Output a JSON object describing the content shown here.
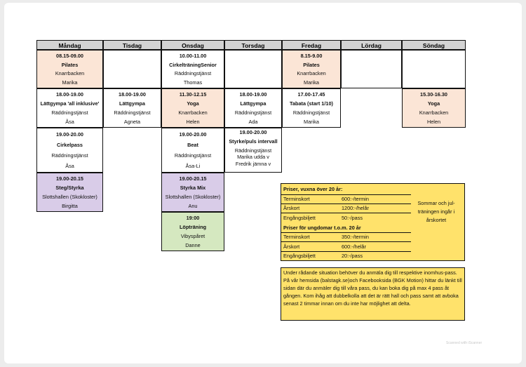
{
  "days": [
    "Måndag",
    "Tisdag",
    "Onsdag",
    "Torsdag",
    "Fredag",
    "Lördag",
    "Söndag"
  ],
  "sessions": {
    "mon1": [
      "08.15-09.00",
      "Pilates",
      "Knarrbacken",
      "Marika"
    ],
    "wed1": [
      "10.00-11.00",
      "CirkelträningSenior",
      "Räddningstjänst",
      "Thomas"
    ],
    "fri1": [
      "8.15-9.00",
      "Pilates",
      "Knarrbacken",
      "Marika"
    ],
    "mon2": [
      "18.00-19.00",
      "Lättgympa 'all inklusive'",
      "Räddningstjänst",
      "Åsa"
    ],
    "tue2": [
      "18.00-19.00",
      "Lättgympa",
      "Räddningstjänst",
      "Agneta"
    ],
    "wed2": [
      "11.30-12.15",
      "Yoga",
      "Knarrbacken",
      "Helen"
    ],
    "thu2": [
      "18.00-19.00",
      "Lättgympa",
      "Räddningstjänst",
      "Ada"
    ],
    "fri2": [
      "17.00-17.45",
      "Tabata (start 1/10)",
      "Räddningstjänst",
      "Marika"
    ],
    "sun2": [
      "15.30-16.30",
      "Yoga",
      "Knarrbacken",
      "Helen"
    ],
    "mon3": [
      "19.00-20.00",
      "Cirkelpass",
      "Räddningstjänst",
      "Åsa"
    ],
    "wed3": [
      "19.00-20.00",
      "Beat",
      "Räddningstjänst",
      "Åsa-Li"
    ],
    "thu3": [
      "19.00-20.00",
      "Styrke/puls intervall",
      "Räddningstjänst",
      "Marika udda v",
      "Fredrik jämna v"
    ],
    "mon4": [
      "19.00-20.15",
      "Steg/Styrka",
      "Slottshallen (Skokloster)",
      "Birgitta"
    ],
    "wed4": [
      "19.00-20.15",
      "Styrka Mix",
      "Slottshallen (Skokloster)",
      "Anu"
    ],
    "wed5": [
      "19:00",
      "Löpträning",
      "Vibyspåret",
      "Danne"
    ]
  },
  "prices": {
    "adult_heading": "Priser, vuxna över 20 år:",
    "adult": [
      {
        "label": "Terminskort",
        "value": "600:-/termin"
      },
      {
        "label": "Årskort",
        "value": "1200:-/helår"
      },
      {
        "label": "Engångsbiljett",
        "value": "50:-/pass"
      }
    ],
    "youth_heading": "Priser för ungdomar t.o.m. 20 år",
    "youth": [
      {
        "label": "Terminskort",
        "value": "350:-/termin"
      },
      {
        "label": "Årskort",
        "value": "600:-/helår"
      },
      {
        "label": "Engångsbiljett",
        "value": "20:-/pass"
      }
    ],
    "note": "Sommar och jul-träningen ingår i årskortet"
  },
  "info": "Under rådande situation behöver du anmäla dig till respektive inomhus-pass. På vår hemsida (balstagk.se)och Facebooksida (BGK Motion) hittar du länkt till sidan där du anmäler dig till våra pass, du kan boka dig på max 4 pass åt gången. Kom ihåg att dubbelkolla att det är rätt hall och pass samt att avboka senast 2 timmar innan om du inte har möjlighet att delta.",
  "watermark": "Scanned with iScanner",
  "colors": {
    "header": "#d3d3d3",
    "peach": "#fbe5d6",
    "purple": "#d9cce8",
    "green": "#d5e8c0",
    "yellow": "#ffe26b"
  }
}
